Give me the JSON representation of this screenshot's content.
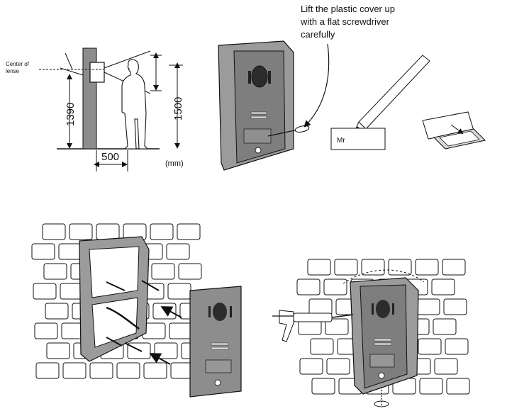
{
  "annotations": {
    "lens_label_line1": "Center of",
    "lens_label_line2": "lense",
    "height_camera": "1390",
    "height_person": "1500",
    "distance": "500",
    "unit": "(mm)",
    "instruction_line1": "Lift the plastic cover up",
    "instruction_line2": "with a flat screwdriver",
    "instruction_line3": "carefully",
    "name_card_text": "Mr"
  },
  "colors": {
    "panel_gray": "#8d8d8d",
    "panel_dark": "#6f6f6f",
    "rain_hood": "#9b9b9b",
    "line": "#111111",
    "brick_fill": "#ffffff"
  }
}
